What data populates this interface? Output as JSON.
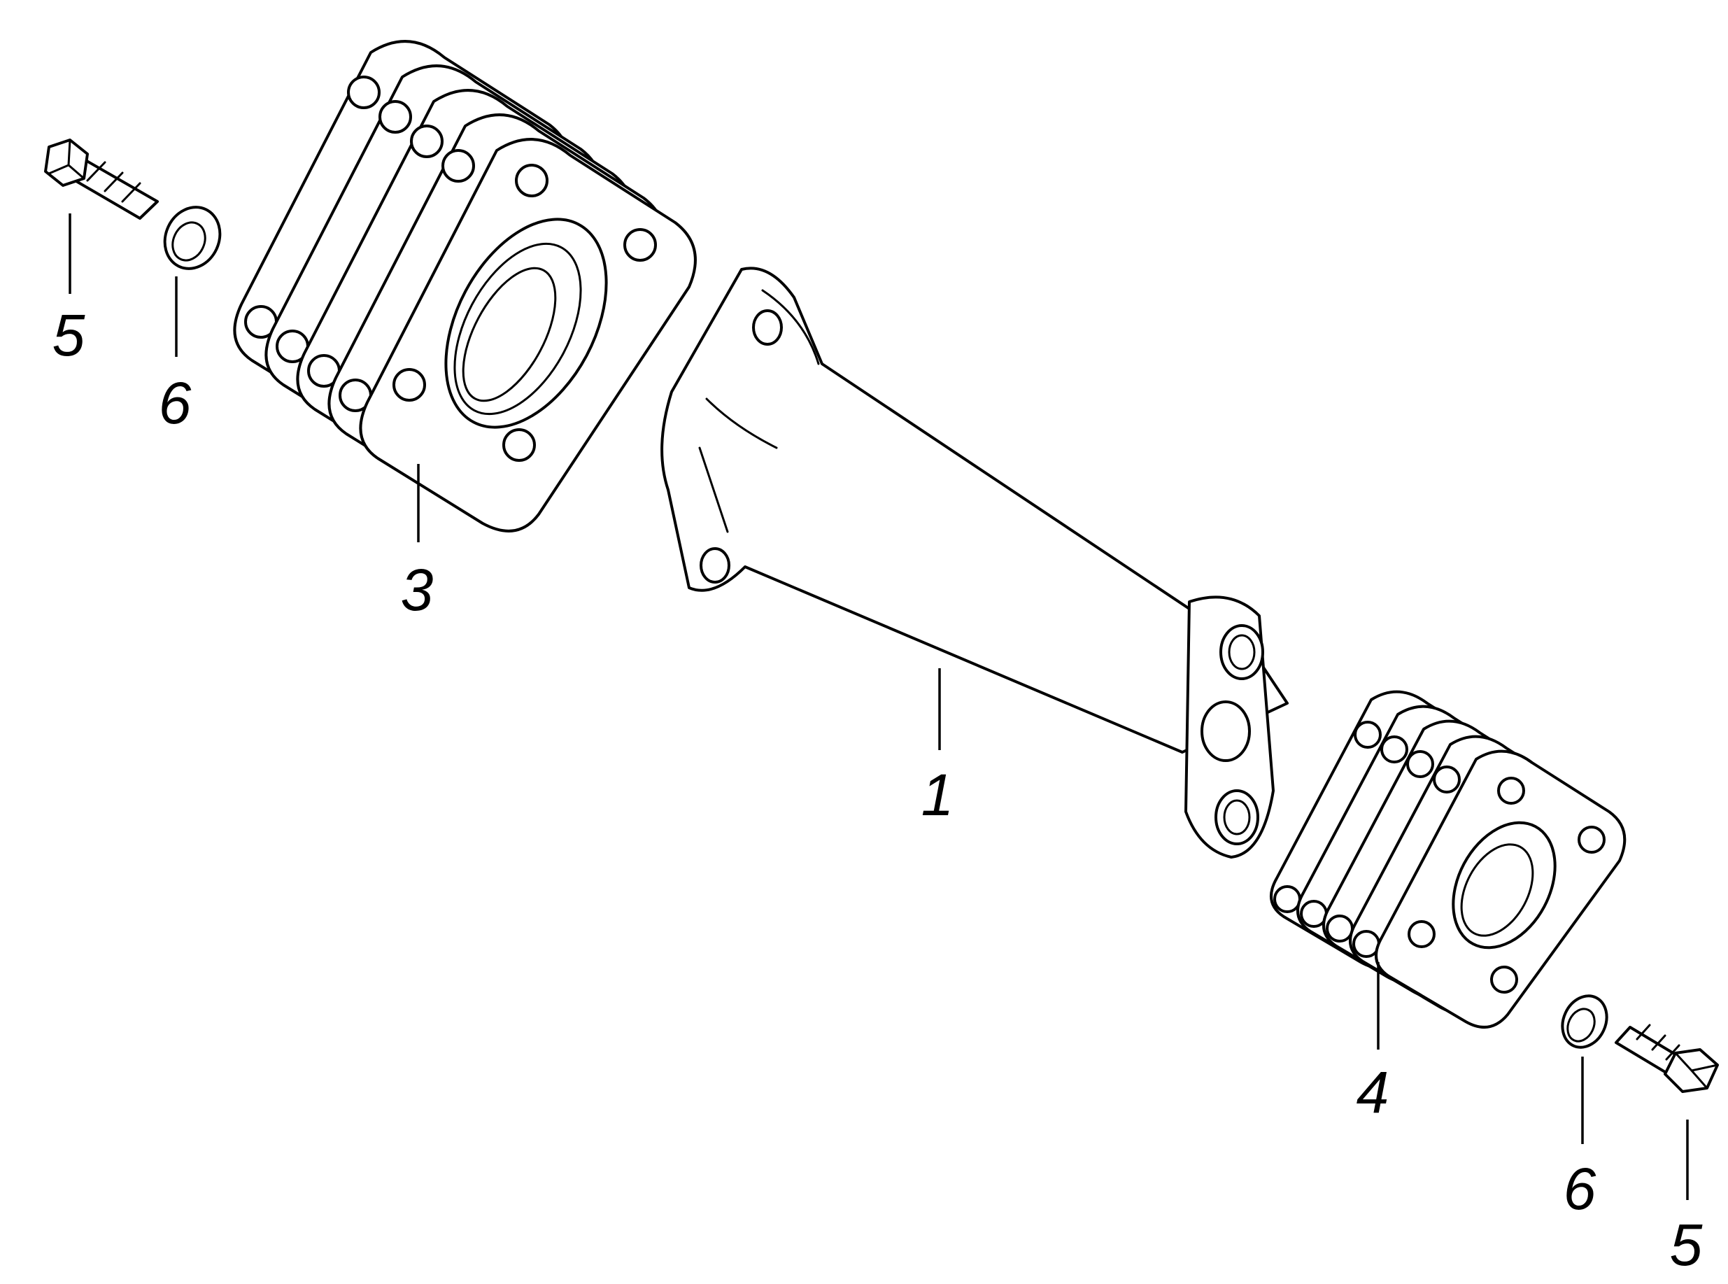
{
  "diagram": {
    "style": "exploded parts drawing, black line art on white",
    "colors": {
      "line": "#000000",
      "background": "#ffffff"
    },
    "parts": [
      {
        "id": "bracket",
        "callout": "1",
        "icon": "support-bracket-icon"
      },
      {
        "id": "shim-stack-upper",
        "callout": "3",
        "icon": "shim-plates-icon"
      },
      {
        "id": "shim-stack-lower",
        "callout": "4",
        "icon": "shim-plates-icon"
      },
      {
        "id": "bolt-left",
        "callout": "5",
        "icon": "hex-bolt-icon"
      },
      {
        "id": "washer-left",
        "callout": "6",
        "icon": "washer-icon"
      },
      {
        "id": "washer-right",
        "callout": "6",
        "icon": "washer-icon"
      },
      {
        "id": "bolt-right",
        "callout": "5",
        "icon": "hex-bolt-icon"
      }
    ]
  }
}
